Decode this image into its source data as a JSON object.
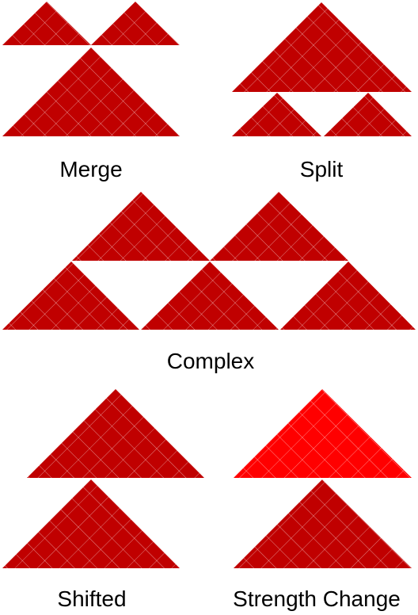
{
  "colors": {
    "dark": "#c00000",
    "bright": "#ff0000",
    "hatch": "#ffffff",
    "background": "#ffffff"
  },
  "panels": {
    "merge": {
      "label": "Merge"
    },
    "split": {
      "label": "Split"
    },
    "complex": {
      "label": "Complex"
    },
    "shifted": {
      "label": "Shifted"
    },
    "strength_change": {
      "label": "Strength Change"
    }
  }
}
